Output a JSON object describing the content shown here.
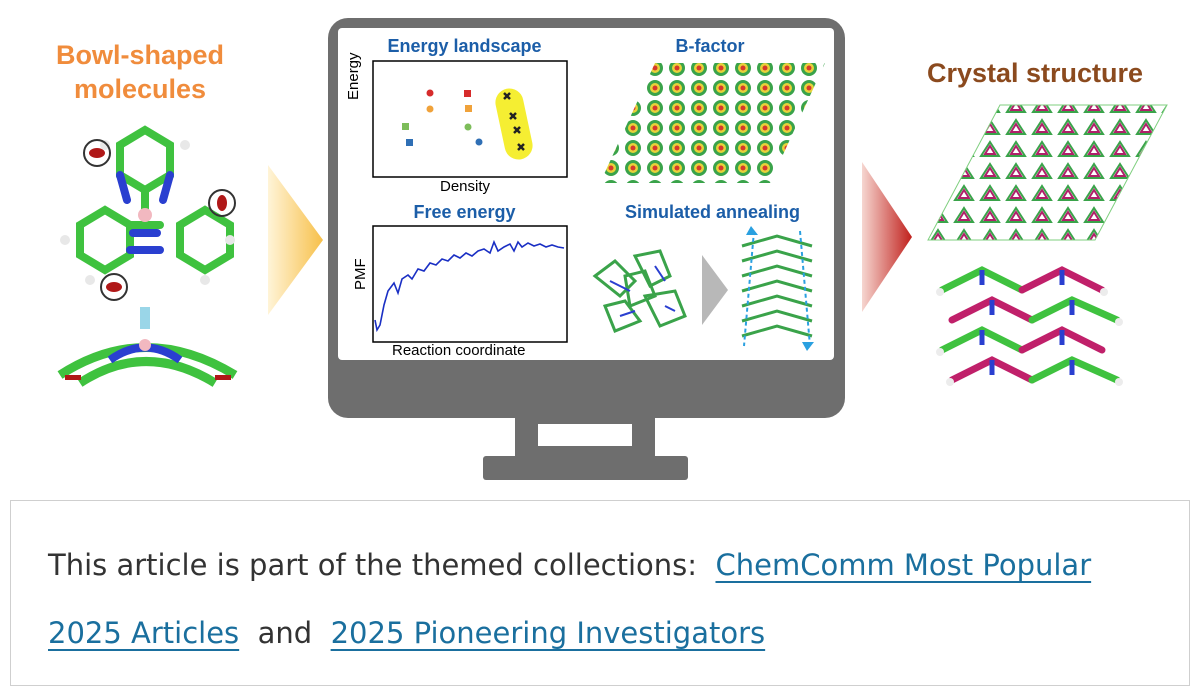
{
  "left_panel": {
    "title_line1": "Bowl-shaped",
    "title_line2": "molecules"
  },
  "right_panel": {
    "title": "Crystal structure"
  },
  "monitor": {
    "energy_landscape": {
      "title": "Energy landscape",
      "xlabel": "Density",
      "ylabel": "Energy"
    },
    "b_factor": {
      "title": "B-factor"
    },
    "free_energy": {
      "title": "Free energy",
      "xlabel": "Reaction coordinate",
      "ylabel": "PMF"
    },
    "simulated_annealing": {
      "title": "Simulated annealing"
    }
  },
  "footer": {
    "prefix": "This article is part of the themed collections:",
    "link1": "ChemComm Most Popular 2025 Articles",
    "conjunction": "and",
    "link2": "2025 Pioneering Investigators"
  },
  "colors": {
    "left_title": "#f08c3c",
    "right_title": "#8b4a1e",
    "panel_title": "#1c5ea8",
    "link": "#1a6f9e",
    "monitor": "#6e6e6e",
    "arrow_left": "#f7c04a",
    "arrow_right": "#c0201c"
  }
}
